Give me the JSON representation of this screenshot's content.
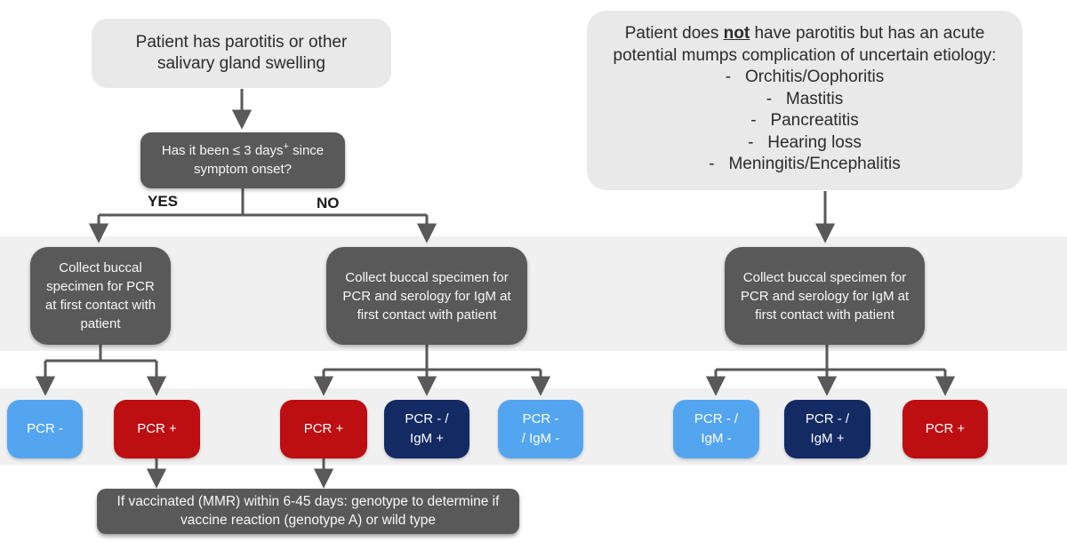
{
  "colors": {
    "blue": "#54a5ef",
    "red": "#bd0e12",
    "navy": "#132a63",
    "dark_gray": "#595959",
    "light_gray_box": "#e9e9e9",
    "band_gray": "#f0f0f0",
    "arrow": "#595959"
  },
  "flowchart": {
    "start_left": {
      "text": "Patient has parotitis or other salivary gland swelling"
    },
    "start_right": {
      "intro_before_bold": "Patient does ",
      "bold_word": "not",
      "intro_after_bold": " have parotitis but has an acute potential mumps complication of uncertain etiology:",
      "bullets": [
        "-   Orchitis/Oophoritis",
        "-   Mastitis",
        "-   Pancreatitis",
        "-   Hearing loss",
        "-   Meningitis/Encephalitis"
      ]
    },
    "question": {
      "before_sup": "Has it been ≤ 3 days",
      "sup": "+",
      "after_sup": " since symptom onset?"
    },
    "branch_labels": {
      "yes": "YES",
      "no": "NO"
    },
    "collect_left": "Collect buccal specimen for PCR at first contact with patient",
    "collect_mid": "Collect buccal specimen for PCR and serology for IgM at first contact with patient",
    "collect_right": "Collect buccal specimen for PCR and serology for IgM at first contact with patient",
    "results": [
      {
        "color": "blue",
        "line1": "PCR -",
        "line2": ""
      },
      {
        "color": "red",
        "line1": "PCR +",
        "line2": ""
      },
      {
        "color": "red",
        "line1": "PCR +",
        "line2": ""
      },
      {
        "color": "navy",
        "line1": "PCR - /",
        "line2": "IgM +"
      },
      {
        "color": "blue",
        "line1": "PCR -",
        "line2": "/ IgM -"
      },
      {
        "color": "blue",
        "line1": "PCR - /",
        "line2": "IgM -"
      },
      {
        "color": "navy",
        "line1": "PCR - /",
        "line2": "IgM +"
      },
      {
        "color": "red",
        "line1": "PCR +",
        "line2": ""
      }
    ],
    "genotype_note": "If vaccinated (MMR) within 6-45 days: genotype to determine if vaccine reaction (genotype A) or wild type"
  }
}
